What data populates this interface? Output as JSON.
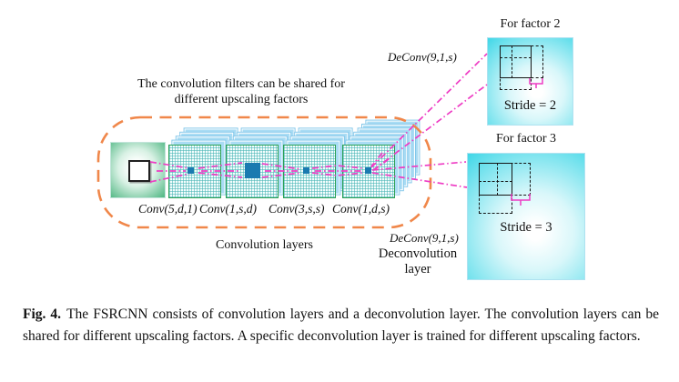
{
  "figure": {
    "note_line1": "The convolution filters can be shared for",
    "note_line2": "different upscaling factors",
    "conv_labels": [
      "Conv(5,d,1)",
      "Conv(1,s,d)",
      "Conv(3,s,s)",
      "Conv(1,d,s)"
    ],
    "conv_layers_label": "Convolution layers",
    "deconv_label_top": "DeConv(9,1,s)",
    "deconv_label_bottom": "DeConv(9,1,s)",
    "deconv_layer_line1": "Deconvolution",
    "deconv_layer_line2": "layer",
    "factor2": {
      "title": "For factor 2",
      "stride_label": "Stride = 2"
    },
    "factor3": {
      "title": "For factor 3",
      "stride_label": "Stride = 3"
    }
  },
  "caption": {
    "fig_label": "Fig. 4.",
    "text": "The FSRCNN consists of convolution layers and a deconvolution layer. The convolution layers can be shared for different upscaling factors. A specific deconvolution layer is trained for different upscaling factors."
  },
  "colors": {
    "mapping_line_magenta": "#ee3cc4",
    "shared_boundary_orange": "#f0874a",
    "layer_border_green": "#2aa053",
    "feature_sheet_blue": "#a9dcf4",
    "filter_blue": "#1a7ab0",
    "hr_box_cyan": "#3fd7e7",
    "input_block_green": "#57ba88"
  }
}
